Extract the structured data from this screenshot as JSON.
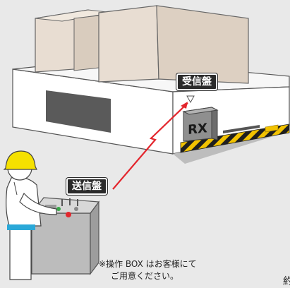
{
  "labels": {
    "receiver": "受信盤",
    "transmitter": "送信盤",
    "rx_box": "RX"
  },
  "note": {
    "line1": "※操作 BOX はお客様にて",
    "line2": "ご用意ください。"
  },
  "edge_fragment": "約",
  "colors": {
    "background": "#e9e9e9",
    "signal_line": "#e3262d",
    "label_bg": "#2b2b2b",
    "hazard_yellow": "#f2c200",
    "helmet_yellow": "#f5e100",
    "belt_blue": "#2aa8d8"
  }
}
